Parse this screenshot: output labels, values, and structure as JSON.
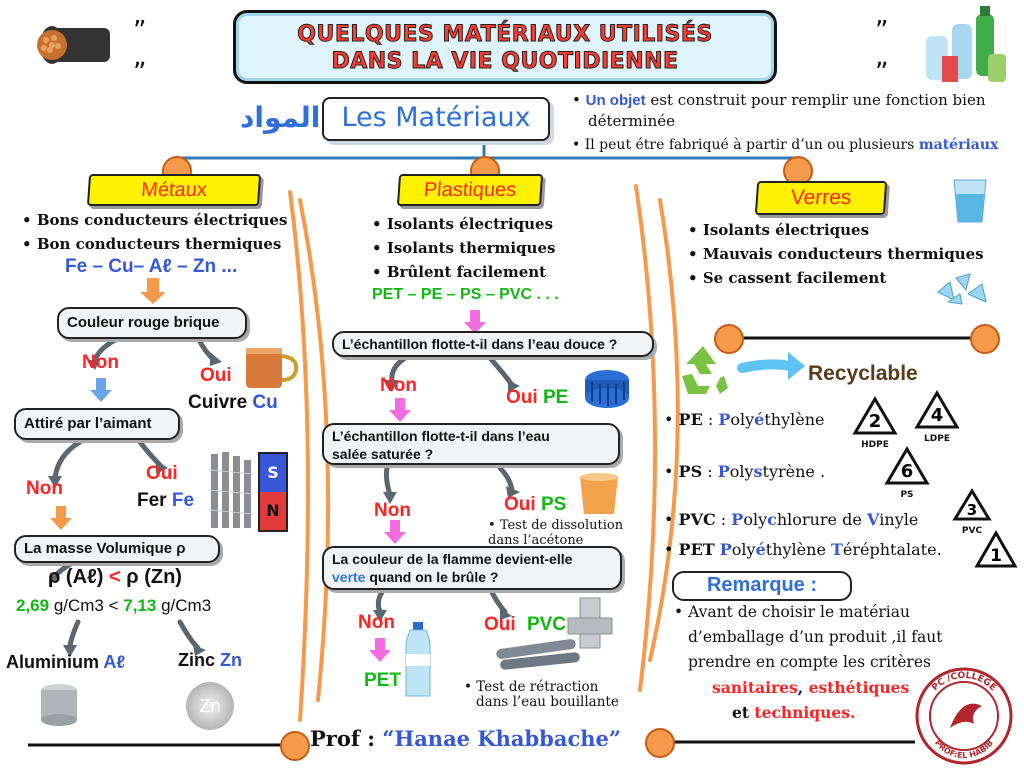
{
  "title": {
    "line1": "QUELQUES MATÉRIAUX UTILISÉS",
    "line2": "DANS LA VIE QUOTIDIENNE"
  },
  "header": {
    "arabic": "المواد",
    "materials_label": "Les Matériaux",
    "note1_a": "Un objet",
    "note1_b": " est construit pour remplir une fonction bien",
    "note1_c": "déterminée",
    "note2_a": "Il peut étre fabriqué à partir d’un ou plusieurs ",
    "note2_b": "matériaux"
  },
  "metaux": {
    "tag": "Métaux",
    "bullets": [
      "Bons conducteurs électriques",
      "Bon conducteurs thermiques"
    ],
    "list": "Fe – Cu– Aℓ – Zn ...",
    "q1": "Couleur rouge brique",
    "non1": "Non",
    "oui1": "Oui",
    "cuivre": "Cuivre",
    "cu": "Cu",
    "q2": "Attiré par l’aimant",
    "non2": "Non",
    "oui2": "Oui",
    "fer": "Fer",
    "fe": "Fe",
    "magnet_s": "S",
    "magnet_n": "N",
    "q3": "La masse Volumique  ρ",
    "rho_left": "ρ (Aℓ)",
    "rho_lt": "<",
    "rho_right": "ρ (Zn)",
    "d1": "2,69",
    "d1u": " g/Cm3 < ",
    "d2": "7,13",
    "d2u": " g/Cm3",
    "alu": "Aluminium",
    "al": "Aℓ",
    "zinc": "Zinc",
    "zn": "Zn",
    "zn_coin": "Zn"
  },
  "plastiques": {
    "tag": "Plastiques",
    "bullets": [
      "Isolants électriques",
      "Isolants thermiques",
      "Brûlent facilement"
    ],
    "list": "PET – PE – PS – PVC  . . .",
    "q1": "L’échantillon flotte-t-il dans l’eau douce ?",
    "non1": "Non",
    "oui1": "Oui",
    "pe": "PE",
    "q2a": "L’échantillon flotte-t-il dans l’eau",
    "q2b": "salée saturée ?",
    "non2": "Non",
    "oui2": "Oui",
    "ps": "PS",
    "ps_note": "Test de dissolution dans l’acétone",
    "q3a": "La couleur de la flamme devient-elle",
    "q3b_blue": "verte",
    "q3b": " quand on le brûle ?",
    "non3": "Non",
    "oui3": "Oui",
    "pvc": "PVC",
    "pet": "PET",
    "pvc_note_a": "Test de rétraction",
    "pvc_note_b": "dans  l’eau bouillante"
  },
  "verres": {
    "tag": "Verres",
    "bullets": [
      "Isolants électriques",
      "Mauvais conducteurs thermiques",
      "Se cassent facilement"
    ]
  },
  "recyclage": {
    "label": "Recyclable",
    "items": [
      {
        "code": "PE",
        "sep": "  : ",
        "name": [
          [
            "P",
            "b"
          ],
          [
            "oly",
            "n"
          ],
          [
            "é",
            "b"
          ],
          [
            "thylène",
            "n"
          ]
        ]
      },
      {
        "code": "PS",
        "sep": " : ",
        "name": [
          [
            "P",
            "b"
          ],
          [
            "oly",
            "n"
          ],
          [
            "s",
            "b"
          ],
          [
            "tyrène .",
            "n"
          ]
        ]
      },
      {
        "code": "PVC",
        "sep": " : ",
        "name": [
          [
            "P",
            "b"
          ],
          [
            "oly",
            "n"
          ],
          [
            "c",
            "b"
          ],
          [
            "hlorure de ",
            "n"
          ],
          [
            "V",
            "b"
          ],
          [
            "inyle",
            "n"
          ]
        ]
      },
      {
        "code": "PET",
        "sep": " ",
        "name": [
          [
            "P",
            "b"
          ],
          [
            "oly",
            "n"
          ],
          [
            "é",
            "b"
          ],
          [
            "thylène ",
            "n"
          ],
          [
            "T",
            "b"
          ],
          [
            "éréphtalate.",
            "n"
          ]
        ]
      }
    ],
    "symbols": [
      {
        "num": "2",
        "label": "HDPE"
      },
      {
        "num": "4",
        "label": "LDPE"
      },
      {
        "num": "6",
        "label": "PS"
      },
      {
        "num": "3",
        "label": "PVC"
      },
      {
        "num": "1",
        "label": ""
      }
    ]
  },
  "remarque": {
    "title": "Remarque :",
    "line1": "Avant de choisir le matériau",
    "line2": "d’emballage d’un produit ,il faut",
    "line3": "prendre en compte les critères",
    "c1": "sanitaires",
    "sep1": ", ",
    "c2": "esthétiques",
    "sep2": "et ",
    "c3": "techniques."
  },
  "footer": {
    "prof": "Prof : ",
    "name": "“Hanae Khabbache”"
  },
  "stamp": {
    "top": "PC /COLLEGE",
    "bottom": "PROF:EL HABIB"
  },
  "colors": {
    "accent_blue": "#2f6fdc",
    "red": "#ff2323",
    "green": "#12b812",
    "orange": "#f59a4b",
    "yellow_tag": "#fff200",
    "title_fill": "#ff3b2f"
  }
}
